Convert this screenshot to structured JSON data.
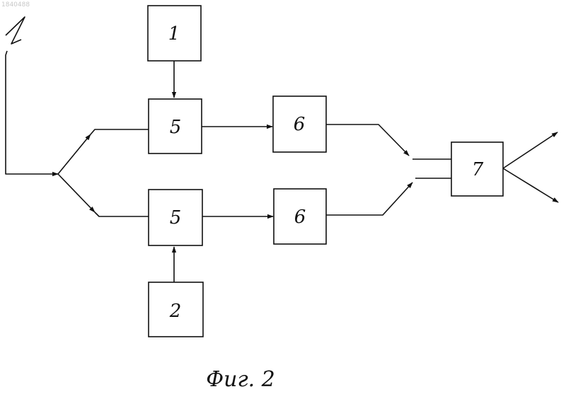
{
  "document_number": "1840488",
  "blocks": [
    {
      "id": "b1",
      "label": "1"
    },
    {
      "id": "b2",
      "label": "2"
    },
    {
      "id": "b5a",
      "label": "5"
    },
    {
      "id": "b5b",
      "label": "5"
    },
    {
      "id": "b6a",
      "label": "6"
    },
    {
      "id": "b6b",
      "label": "6"
    },
    {
      "id": "b7",
      "label": "7"
    }
  ],
  "caption": "Фиг. 2"
}
